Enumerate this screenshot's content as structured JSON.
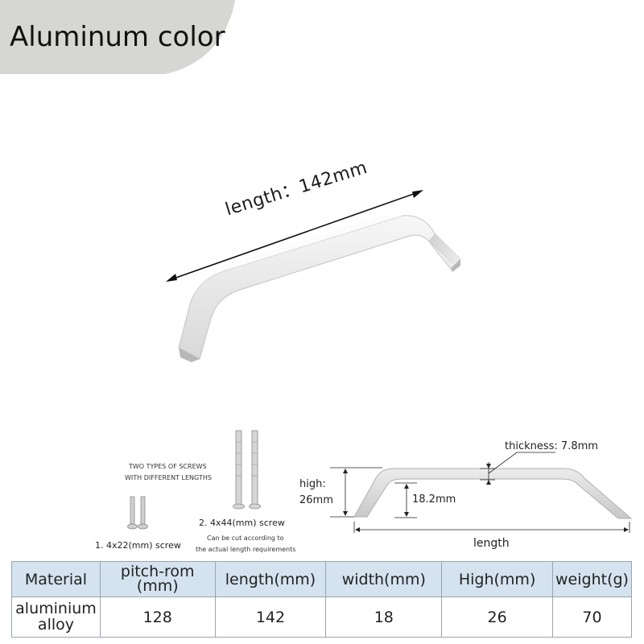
{
  "header": {
    "title": "Aluminum color"
  },
  "hero": {
    "length_label": "length：142mm"
  },
  "screws": {
    "note_line1": "TWO TYPES OF SCREWS",
    "note_line2": "WITH DIFFERENT LENGTHS",
    "screw1_label": "1. 4x22(mm) screw",
    "screw2_label": "2. 4x44(mm) screw",
    "cut_note_line1": "Can be cut according to",
    "cut_note_line2": "the actual length requirements"
  },
  "diagram": {
    "thickness_label": "thickness: 7.8mm",
    "high_label_line1": "high:",
    "high_label_line2": "26mm",
    "inner_label": "18.2mm",
    "length_label": "length"
  },
  "table": {
    "headers": [
      {
        "line1": "Material",
        "line2": ""
      },
      {
        "line1": "pitch-rom",
        "line2": "(mm)"
      },
      {
        "line1": "length(mm)",
        "line2": ""
      },
      {
        "line1": "width(mm)",
        "line2": ""
      },
      {
        "line1": "High(mm)",
        "line2": ""
      },
      {
        "line1": "weight(g)",
        "line2": ""
      }
    ],
    "row": {
      "material_line1": "aluminium",
      "material_line2": "alloy",
      "pitch": "128",
      "length": "142",
      "width": "18",
      "high": "26",
      "weight": "70"
    }
  },
  "colors": {
    "tab_bg": "#d6d6d4",
    "header_bg": "#d5e3f0",
    "metal_light": "#f2f2f2",
    "metal_dark": "#b9b9b9"
  }
}
